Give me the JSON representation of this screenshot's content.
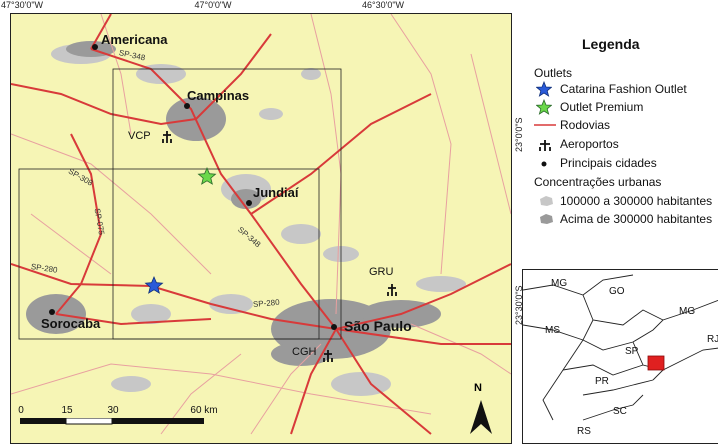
{
  "coordinates": {
    "top": [
      "47°30'0\"W",
      "47°0'0\"W",
      "46°30'0\"W"
    ],
    "side": [
      "23°0'0\"S",
      "23°30'0\"S"
    ]
  },
  "map": {
    "cities": {
      "americana": "Americana",
      "campinas": "Campinas",
      "jundiai": "Jundiaí",
      "sao_paulo": "São Paulo",
      "sorocaba": "Sorocaba"
    },
    "airports": {
      "vcp": "VCP",
      "gru": "GRU",
      "cgh": "CGH"
    },
    "roads": {
      "sp348_top": "SP-348",
      "sp348_mid": "SP-348",
      "sp308": "SP-308",
      "sp075": "SP-075",
      "sp280_west": "SP-280",
      "sp280_east": "SP-280"
    },
    "scale": {
      "ticks": [
        "0",
        "15",
        "30",
        "60 km"
      ]
    },
    "north": "N"
  },
  "legend": {
    "title": "Legenda",
    "outlets_heading": "Outlets",
    "catarina": "Catarina Fashion Outlet",
    "premium": "Outlet Premium",
    "rodovias": "Rodovias",
    "aeroportos": "Aeroportos",
    "cidades": "Principais cidades",
    "concentracoes_heading": "Concentrações urbanas",
    "urban_small": "100000 a 300000 habitantes",
    "urban_large": "Acima de 300000 habitantes"
  },
  "inset": {
    "states": {
      "mg_top": "MG",
      "go": "GO",
      "ms": "MS",
      "mg": "MG",
      "sp": "SP",
      "pr": "PR",
      "sc": "SC",
      "rs": "RS",
      "rj": "RJ"
    }
  },
  "colors": {
    "land": "#f6f5b5",
    "urban_small": "#c7c7c7",
    "urban_large": "#9a9a9a",
    "highway": "#d83a3a",
    "minor_road": "#e8a0a0",
    "catarina_star": "#2a5ad8",
    "premium_star": "#6ad84a",
    "study_area": "#d42020"
  }
}
